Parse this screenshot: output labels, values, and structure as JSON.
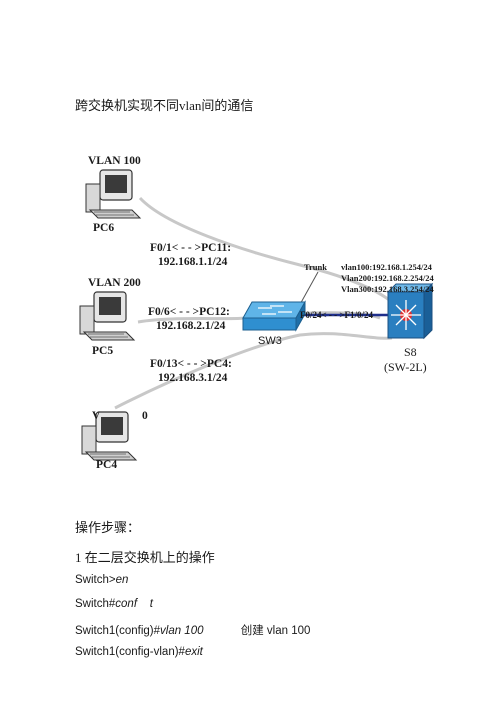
{
  "title": "跨交换机实现不同vlan间的通信",
  "diagram": {
    "vlan100_label": "VLAN 100",
    "vlan200_label": "VLAN 200",
    "vlan300_partial_left": "V",
    "vlan300_partial_right": "0",
    "pc6": "PC6",
    "pc5": "PC5",
    "pc4": "PC4",
    "link1_port": "F0/1< - - >PC11:",
    "link1_ip": "192.168.1.1/24",
    "link2_port": "F0/6< - - >PC12:",
    "link2_ip": "192.168.2.1/24",
    "link3_port": "F0/13< - - >PC4:",
    "link3_ip": "192.168.3.1/24",
    "trunk": "Trunk",
    "svi": [
      "vlan100:192.168.1.254/24",
      "Vlan200:192.168.2.254/24",
      "Vlan300:192.168.3.254/24"
    ],
    "sw_port_link": "F0/24< - - >F1/0/24",
    "sw3": "SW3",
    "s8": "S8",
    "s8_model": "(SW-2L)",
    "colors": {
      "link_gray": "#c8c8c8",
      "trunk_blue": "#1f2f8c",
      "switch_blue": "#2f8fd0",
      "l3_blue": "#2a7fc0"
    }
  },
  "steps_heading": "操作步骤：",
  "section1": "1 在二层交换机上的操作",
  "commands": [
    {
      "prompt": "Switch>",
      "cmd": "en",
      "note": ""
    },
    {
      "prompt": "Switch#",
      "cmd": "conf    t",
      "note": ""
    },
    {
      "prompt": "Switch1(config)#",
      "cmd": "vlan 100",
      "note": "创建 vlan 100"
    },
    {
      "prompt": "Switch1(config-vlan)#",
      "cmd": "exit",
      "note": ""
    }
  ]
}
